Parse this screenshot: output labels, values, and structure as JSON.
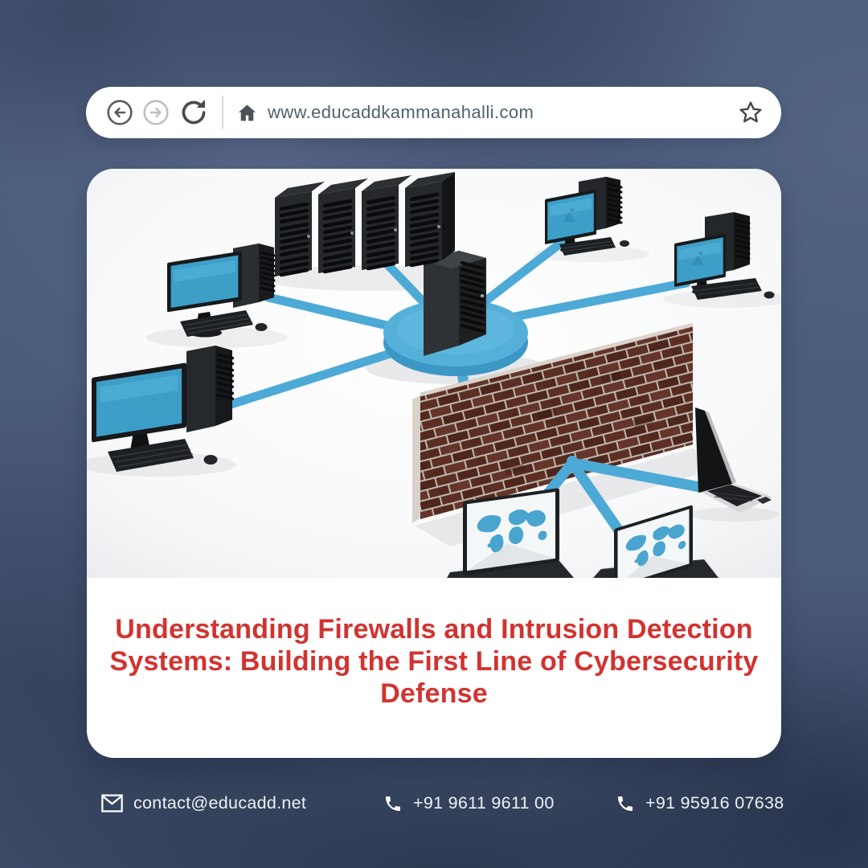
{
  "browser": {
    "url": "www.educaddkammanahalli.com"
  },
  "article": {
    "title": "Understanding Firewalls and Intrusion Detection Systems: Building the First Line of Cybersecurity Defense",
    "title_color": "#d23330"
  },
  "illustration": {
    "accent_blue": "#4da9d6",
    "screen_blue": "#3d9ec8",
    "brick_red": "#5d2f23",
    "mortar_gray": "#beb7ae"
  },
  "background": {
    "base_color": "#4b5c7b"
  },
  "footer": {
    "email": "contact@educadd.net",
    "phone_primary": "+91 9611 9611 00",
    "phone_secondary": "+91 95916 07638"
  }
}
